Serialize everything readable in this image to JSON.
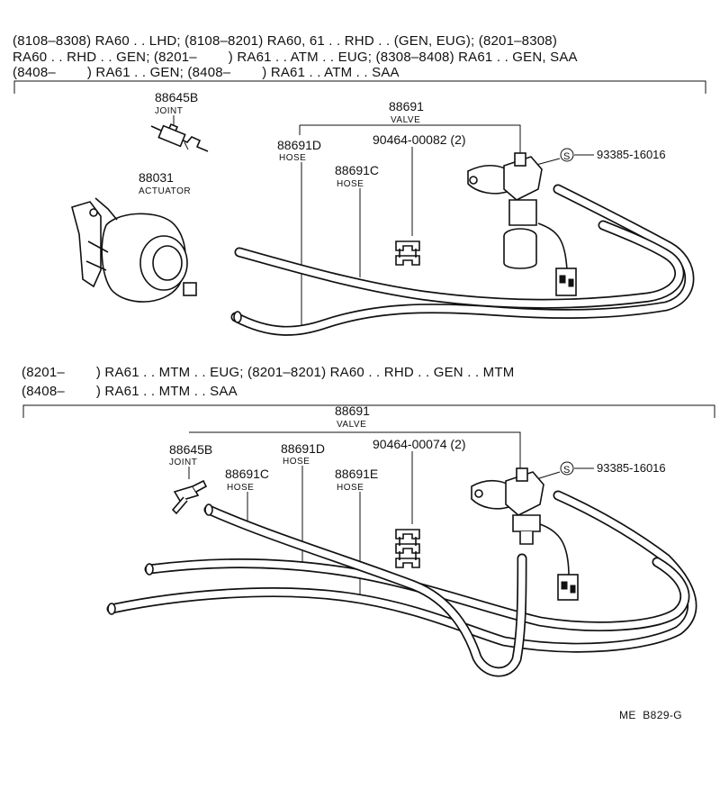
{
  "section1": {
    "header_lines": [
      "(8108–8308) RA60 . . LHD; (8108–8201) RA60, 61 . . RHD . . (GEN, EUG); (8201–8308)",
      "RA60 . . RHD . . GEN; (8201–        ) RA61 . . ATM . . EUG; (8308–8408) RA61 . . GEN, SAA",
      "(8408–        ) RA61 . . GEN; (8408–        ) RA61 . . ATM . . SAA"
    ],
    "valve": {
      "number": "88691",
      "name": "VALVE"
    },
    "joint": {
      "number": "88645B",
      "name": "JOINT"
    },
    "actuator": {
      "number": "88031",
      "name": "ACTUATOR"
    },
    "hose_d": {
      "number": "88691D",
      "name": "HOSE"
    },
    "hose_c": {
      "number": "88691C",
      "name": "HOSE"
    },
    "clip": {
      "number": "90464-00082 (2)"
    },
    "screw": {
      "symbol": "S",
      "number": "93385-16016"
    }
  },
  "section2": {
    "header_lines": [
      "(8201–        ) RA61 . . MTM . . EUG; (8201–8201) RA60 . . RHD . . GEN . . MTM",
      "(8408–        ) RA61 . . MTM . . SAA"
    ],
    "valve": {
      "number": "88691",
      "name": "VALVE"
    },
    "joint": {
      "number": "88645B",
      "name": "JOINT"
    },
    "hose_d": {
      "number": "88691D",
      "name": "HOSE"
    },
    "hose_c": {
      "number": "88691C",
      "name": "HOSE"
    },
    "hose_e": {
      "number": "88691E",
      "name": "HOSE"
    },
    "clip": {
      "number": "90464-00074 (2)"
    },
    "screw": {
      "symbol": "S",
      "number": "93385-16016"
    }
  },
  "footer": {
    "code": "ME  B829-G"
  }
}
